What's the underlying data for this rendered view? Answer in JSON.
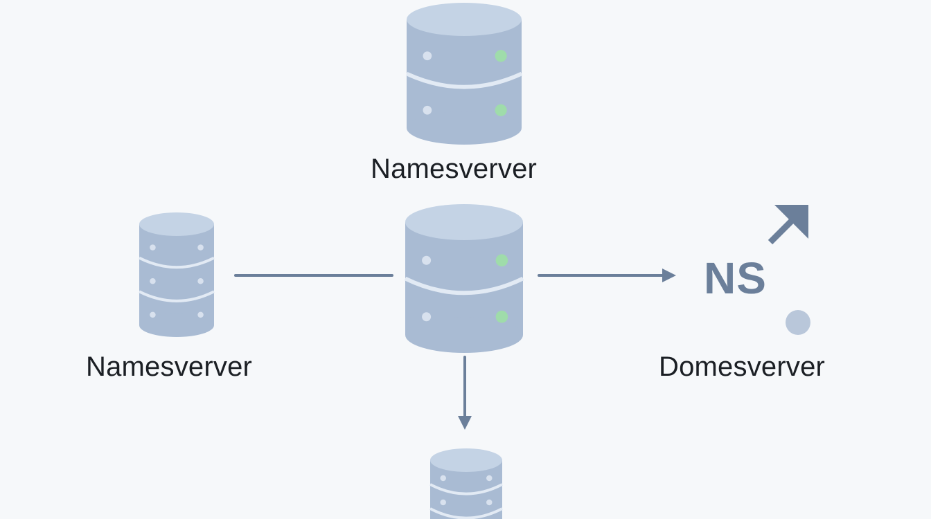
{
  "colors": {
    "background": "#f6f8fa",
    "server_body": "#a9bbd3",
    "server_top": "#c4d3e5",
    "server_band": "#e2eaf4",
    "led_grey": "#d8e1ee",
    "led_green": "#9fdcaa",
    "connector": "#6b7f9a",
    "dot": "#b9c7da"
  },
  "icons": {
    "server": "database-server-icon",
    "arrow": "arrow-right-icon",
    "up_arrow": "arrow-up-right-icon"
  },
  "nodes": {
    "top": {
      "label": "Namesverver"
    },
    "left": {
      "label": "Namesverver"
    },
    "center": {
      "label": ""
    },
    "right": {
      "label": "Domesverver",
      "badge": "NS"
    },
    "bottom": {
      "label": ""
    }
  }
}
